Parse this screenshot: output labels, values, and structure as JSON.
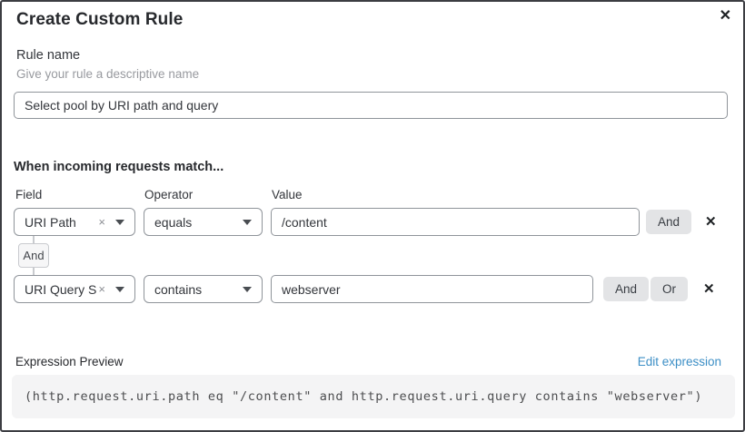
{
  "modal": {
    "title": "Create Custom Rule"
  },
  "icons": {
    "close": "✕",
    "clear": "×",
    "delete_row": "✕"
  },
  "rule_name": {
    "label": "Rule name",
    "helper": "Give your rule a descriptive name",
    "value": "Select pool by URI path and query"
  },
  "matcher": {
    "heading": "When incoming requests match...",
    "columns": {
      "field": "Field",
      "operator": "Operator",
      "value": "Value"
    },
    "rows": [
      {
        "field": "URI Path",
        "operator": "equals",
        "value": "/content",
        "and_label": "And"
      },
      {
        "field": "URI Query St...",
        "operator": "contains",
        "value": "webserver",
        "and_label": "And",
        "or_label": "Or"
      }
    ],
    "connector_label": "And"
  },
  "expression": {
    "label": "Expression Preview",
    "edit_link": "Edit expression",
    "code": "(http.request.uri.path eq \"/content\" and http.request.uri.query contains \"webserver\")"
  },
  "colors": {
    "accent_link": "#3d8fc6",
    "modal_border": "#3c3d42",
    "button_bg": "#e3e4e6",
    "code_bg": "#f4f4f5"
  }
}
